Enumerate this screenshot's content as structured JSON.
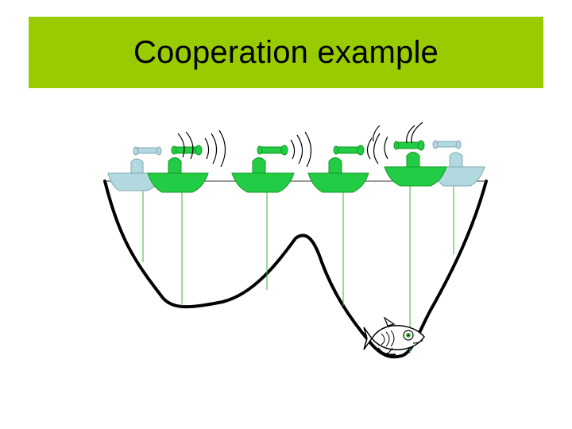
{
  "slide": {
    "title": "Cooperation example",
    "title_bar_color": "#99cc00"
  },
  "scene": {
    "colors": {
      "active_boat": "#22cc44",
      "inactive_boat": "#b3d9e0",
      "sonar_line": "#33bb33",
      "seabed": "#000000",
      "waves": "#000000"
    },
    "boats": [
      {
        "id": "boat-1",
        "state": "inactive",
        "sonar": true
      },
      {
        "id": "boat-2",
        "state": "active",
        "sonar": true
      },
      {
        "id": "boat-3",
        "state": "active",
        "sonar": true
      },
      {
        "id": "boat-4",
        "state": "active",
        "sonar": true
      },
      {
        "id": "boat-5",
        "state": "active",
        "sonar": true
      },
      {
        "id": "boat-6",
        "state": "inactive",
        "sonar": true
      }
    ],
    "target": {
      "icon": "fish-icon"
    }
  }
}
